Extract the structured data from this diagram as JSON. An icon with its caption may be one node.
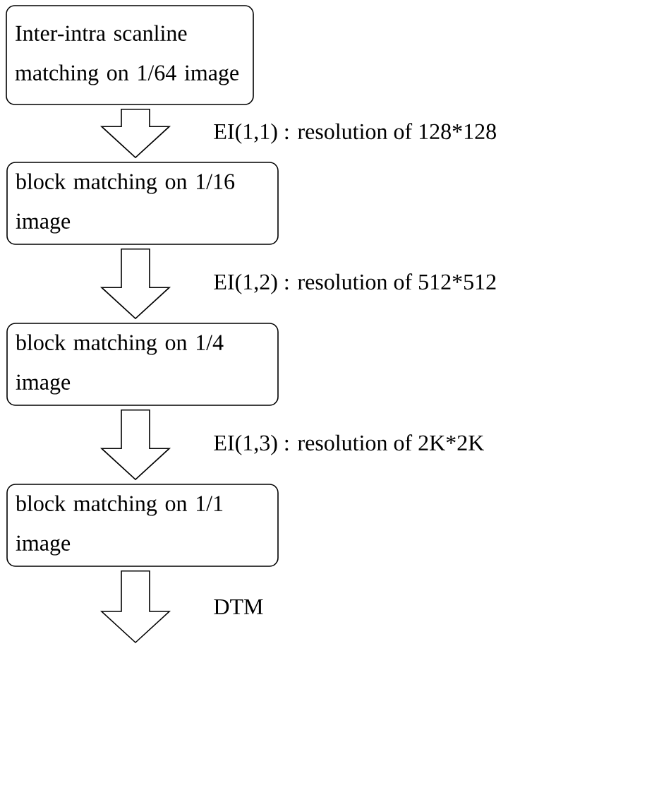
{
  "diagram": {
    "nodes": [
      {
        "text": [
          "Inter-intra scanline matching on 1/64 image"
        ]
      },
      {
        "text": [
          "block matching on 1/16 image"
        ]
      },
      {
        "text": [
          "block matching on 1/4 image"
        ]
      },
      {
        "text": [
          "block matching on 1/1 image"
        ]
      }
    ],
    "edges": [
      {
        "from": 0,
        "to": 1,
        "arrow": "to",
        "label": "EI(1,1) : resolution of 128*128"
      },
      {
        "from": 1,
        "to": 2,
        "arrow": "to",
        "label": "EI(1,2) : resolution of 512*512"
      },
      {
        "from": 2,
        "to": 3,
        "arrow": "to",
        "label": "EI(1,3) : resolution of 2K*2K"
      },
      {
        "from": 3,
        "to": null,
        "arrow": "to",
        "label": "DTM"
      }
    ]
  }
}
